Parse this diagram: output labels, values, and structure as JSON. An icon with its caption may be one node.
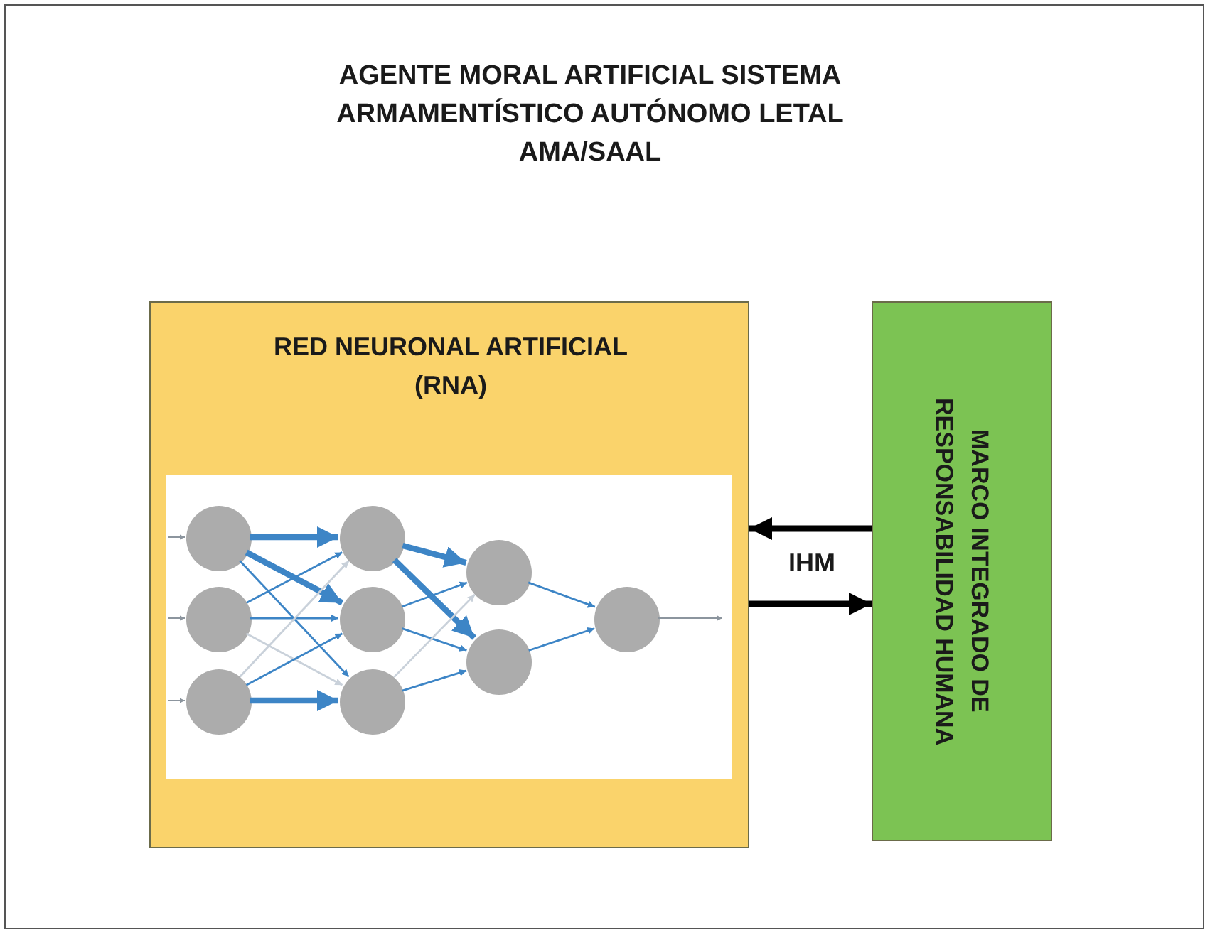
{
  "diagram": {
    "title": "AGENTE MORAL ARTIFICIAL SISTEMA ARMAMENTÍSTICO AUTÓNOMO LETAL AMA/SAAL",
    "nodes": [
      {
        "text": [
          "RED NEURONAL ARTIFICIAL (RNA)"
        ]
      },
      {
        "text": [
          "MARCO INTEGRADO DE RESPONSABILIDAD HUMANA"
        ]
      },
      {
        "text": [],
        "shape": "box",
        "in": 0
      },
      {
        "text": [],
        "shape": "circle",
        "in": 2
      },
      {
        "text": [],
        "shape": "circle",
        "in": 2
      },
      {
        "text": [],
        "shape": "circle",
        "in": 2
      },
      {
        "text": [],
        "shape": "circle",
        "in": 2
      },
      {
        "text": [],
        "shape": "circle",
        "in": 2
      },
      {
        "text": [],
        "shape": "circle",
        "in": 2
      },
      {
        "text": [],
        "shape": "circle",
        "in": 2
      },
      {
        "text": [],
        "shape": "circle",
        "in": 2
      },
      {
        "text": [],
        "shape": "circle",
        "in": 2
      }
    ],
    "edges": [
      {
        "from": 1,
        "to": 0,
        "arrow": "to",
        "style": "thick",
        "color": "#000000"
      },
      {
        "from": 0,
        "to": 1,
        "arrow": "to",
        "style": "thick",
        "color": "#000000"
      },
      {
        "from": null,
        "to": 3,
        "arrow": "to",
        "color": "#8c959e"
      },
      {
        "from": null,
        "to": 4,
        "arrow": "to",
        "color": "#8c959e"
      },
      {
        "from": null,
        "to": 5,
        "arrow": "to",
        "color": "#8c959e"
      },
      {
        "from": 3,
        "to": 6,
        "arrow": "to",
        "style": "thick"
      },
      {
        "from": 3,
        "to": 7,
        "arrow": "to",
        "style": "thick"
      },
      {
        "from": 3,
        "to": 8,
        "arrow": "to"
      },
      {
        "from": 4,
        "to": 6,
        "arrow": "to"
      },
      {
        "from": 4,
        "to": 7,
        "arrow": "to"
      },
      {
        "from": 4,
        "to": 8,
        "arrow": "to",
        "color": "#c9d1da"
      },
      {
        "from": 5,
        "to": 6,
        "arrow": "to",
        "color": "#c9d1da"
      },
      {
        "from": 5,
        "to": 7,
        "arrow": "to"
      },
      {
        "from": 5,
        "to": 8,
        "arrow": "to",
        "style": "thick"
      },
      {
        "from": 6,
        "to": 9,
        "arrow": "to",
        "style": "thick"
      },
      {
        "from": 6,
        "to": 10,
        "arrow": "to",
        "style": "thick"
      },
      {
        "from": 7,
        "to": 9,
        "arrow": "to"
      },
      {
        "from": 7,
        "to": 10,
        "arrow": "to"
      },
      {
        "from": 8,
        "to": 9,
        "arrow": "to",
        "color": "#c9d1da"
      },
      {
        "from": 8,
        "to": 10,
        "arrow": "to"
      },
      {
        "from": 9,
        "to": 11,
        "arrow": "to"
      },
      {
        "from": 10,
        "to": 11,
        "arrow": "to"
      },
      {
        "from": 11,
        "to": null,
        "arrow": "to",
        "color": "#8c959e"
      }
    ],
    "labels": [
      "IHM"
    ]
  }
}
